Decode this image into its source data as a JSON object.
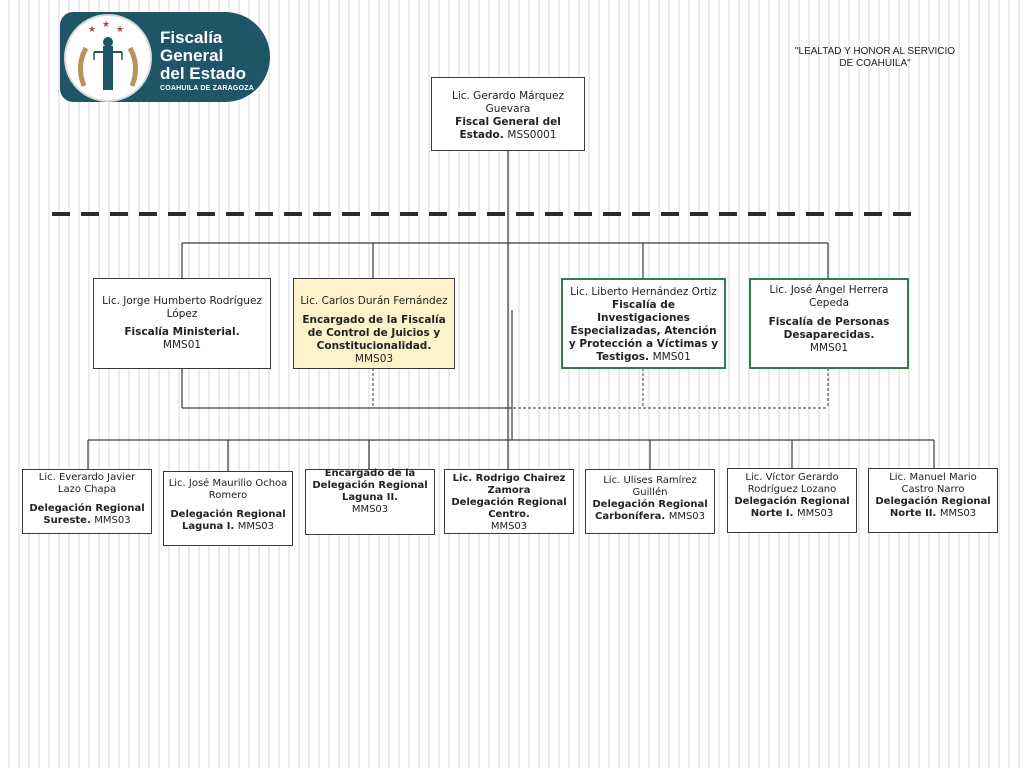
{
  "logo": {
    "title_line1": "Fiscalía",
    "title_line2": "General",
    "title_line3": "del Estado",
    "subtitle": "COAHUILA DE ZARAGOZA"
  },
  "motto": {
    "line1": "\"LEALTAD Y HONOR AL SERVICIO",
    "line2": "DE COAHUILA\""
  },
  "top": {
    "name": "Lic. Gerardo Márquez Guevara",
    "title": "Fiscal General del Estado.",
    "code": "MSS0001"
  },
  "level2": [
    {
      "name": "Lic. Jorge Humberto Rodríguez López",
      "title": "Fiscalía Ministerial.",
      "code": "MMS01"
    },
    {
      "name": "Lic. Carlos Durán Fernández",
      "title": "Encargado de la Fiscalía de Control de Juicios y Constitucionalidad.",
      "code": "MMS03"
    },
    {
      "name": "Lic. Liberto Hernández Ortiz",
      "title": "Fiscalía de Investigaciones Especializadas, Atención y Protección a Víctimas y Testigos.",
      "code": "MMS01"
    },
    {
      "name": "Lic. José Ángel Herrera Cepeda",
      "title": "Fiscalía de Personas Desaparecidas.",
      "code": "MMS01"
    }
  ],
  "level3": [
    {
      "name": "Lic. Everardo Javier Lazo Chapa",
      "title": "Delegación Regional Sureste.",
      "code": "MMS03"
    },
    {
      "name": "Lic. José Maurilio Ochoa Romero",
      "title": "Delegación Regional Laguna I.",
      "code": "MMS03"
    },
    {
      "name": "",
      "title": "Encargado de la Delegación Regional Laguna II.",
      "code": "MMS03"
    },
    {
      "name": "Lic. Rodrigo Chairez Zamora",
      "title": "Delegación Regional Centro.",
      "code": "MMS03"
    },
    {
      "name": "Lic. Ulises Ramírez Guillén",
      "title": "Delegación Regional Carbonífera.",
      "code": "MMS03"
    },
    {
      "name": "Lic. Víctor Gerardo Rodríguez Lozano",
      "title": "Delegación Regional Norte I.",
      "code": "MMS03"
    },
    {
      "name": "Lic. Manuel Mario Castro Narro",
      "title": "Delegación Regional Norte II.",
      "code": "MMS03"
    }
  ]
}
